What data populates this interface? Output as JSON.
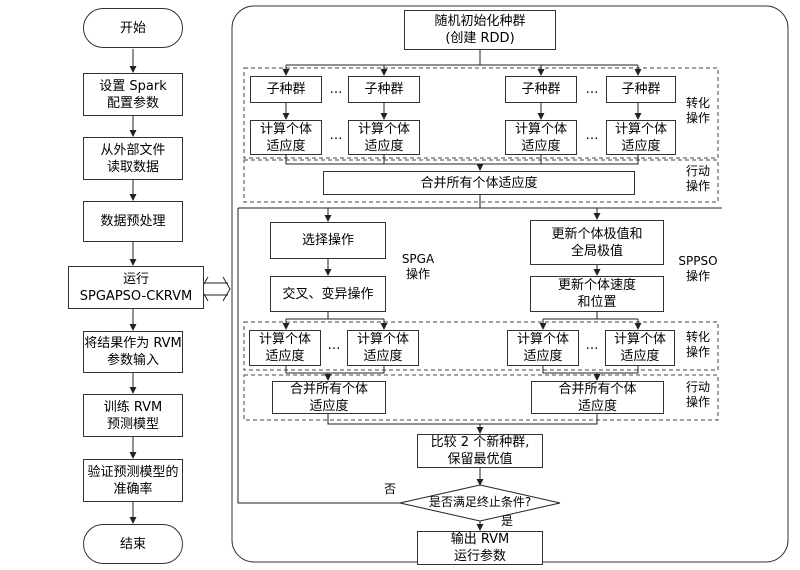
{
  "left_flow": {
    "start": "开始",
    "set_spark": "设置 Spark\n配置参数",
    "read_data": "从外部文件\n读取数据",
    "preprocess": "数据预处理",
    "run": "运行\nSPGAPSO-CKRVM",
    "result_param": "将结果作为 RVM\n参数输入",
    "train": "训练 RVM\n预测模型",
    "verify": "验证预测模型的\n准确率",
    "end": "结束"
  },
  "right_flow": {
    "init_pop": "随机初始化种群\n(创建 RDD)",
    "subpop": "子种群",
    "calc_fitness": "计算个体\n适应度",
    "ellipsis": "…",
    "transform_op": "转化\n操作",
    "action_op": "行动\n操作",
    "merge_all": "合并所有个体适应度",
    "select_op": "选择操作",
    "crossover_op": "交叉、变异操作",
    "spga_label": "SPGA\n操作",
    "update_extreme": "更新个体极值和\n全局极值",
    "update_velocity": "更新个体速度\n和位置",
    "sppso_label": "SPPSO\n操作",
    "merge_fitness": "合并所有个体\n适应度",
    "compare": "比较 2 个新种群,\n保留最优值",
    "terminate": "是否满足终止条件?",
    "no": "否",
    "yes": "是",
    "output": "输出 RVM\n运行参数"
  }
}
